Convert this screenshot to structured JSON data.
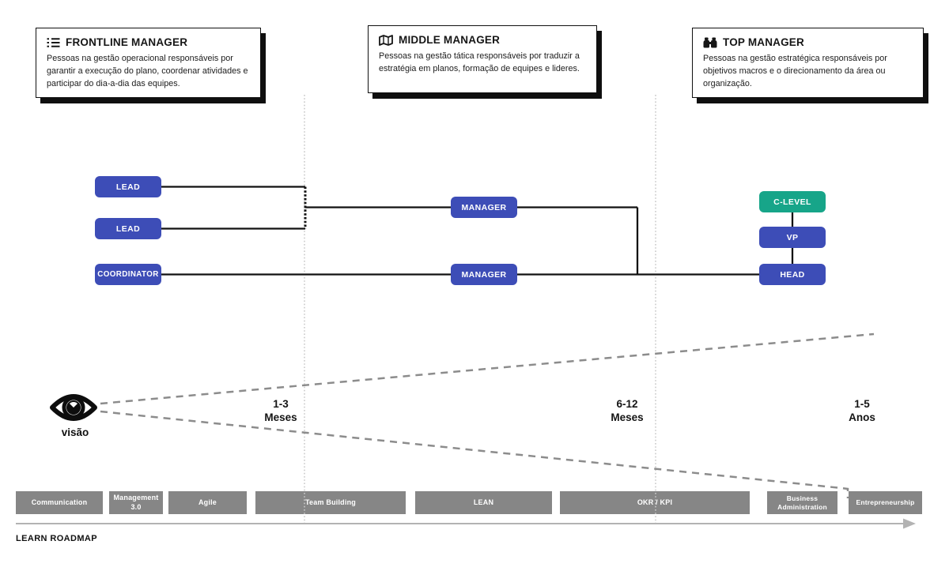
{
  "cards": [
    {
      "icon": "task-list-icon",
      "title": "FRONTLINE MANAGER",
      "description": "Pessoas na gestão operacional responsáveis por garantir a execução do plano, coordenar atividades e participar do dia-a-dia das equipes."
    },
    {
      "icon": "map-icon",
      "title": "MIDDLE MANAGER",
      "description": "Pessoas na gestão tática responsáveis por traduzir a estratégia em planos, formação de equipes e lideres."
    },
    {
      "icon": "binoculars-icon",
      "title": "TOP MANAGER",
      "description": "Pessoas na gestão estratégica responsáveis por objetivos macros e o direcionamento da área ou organização."
    }
  ],
  "org_chart": {
    "nodes": [
      {
        "id": "lead-1",
        "label": "LEAD",
        "color": "#3d4db7"
      },
      {
        "id": "lead-2",
        "label": "LEAD",
        "color": "#3d4db7"
      },
      {
        "id": "coordinator",
        "label": "COORDINATOR",
        "color": "#3d4db7"
      },
      {
        "id": "manager-1",
        "label": "MANAGER",
        "color": "#3d4db7"
      },
      {
        "id": "manager-2",
        "label": "MANAGER",
        "color": "#3d4db7"
      },
      {
        "id": "c-level",
        "label": "C-LEVEL",
        "color": "#17a589"
      },
      {
        "id": "vp",
        "label": "VP",
        "color": "#3d4db7"
      },
      {
        "id": "head",
        "label": "HEAD",
        "color": "#3d4db7"
      }
    ]
  },
  "vision": {
    "icon": "eye-icon",
    "label": "visão"
  },
  "timeline": [
    {
      "value": "1-3",
      "unit": "Meses"
    },
    {
      "value": "6-12",
      "unit": "Meses"
    },
    {
      "value": "1-5",
      "unit": "Anos"
    }
  ],
  "roadmap": {
    "title": "LEARN ROADMAP",
    "items": [
      "Communication",
      "Management 3.0",
      "Agile",
      "Team Building",
      "LEAN",
      "OKR / KPI",
      "Business Administration",
      "Entrepreneurship"
    ]
  },
  "colors": {
    "node_blue": "#3d4db7",
    "node_green": "#17a589",
    "chip_gray": "#868686",
    "connector_black": "#111111",
    "guide_dotted_gray": "#c9c9c9",
    "cone_dashed_gray": "#8c8c8c",
    "arrow_gray": "#b3b3b3"
  }
}
